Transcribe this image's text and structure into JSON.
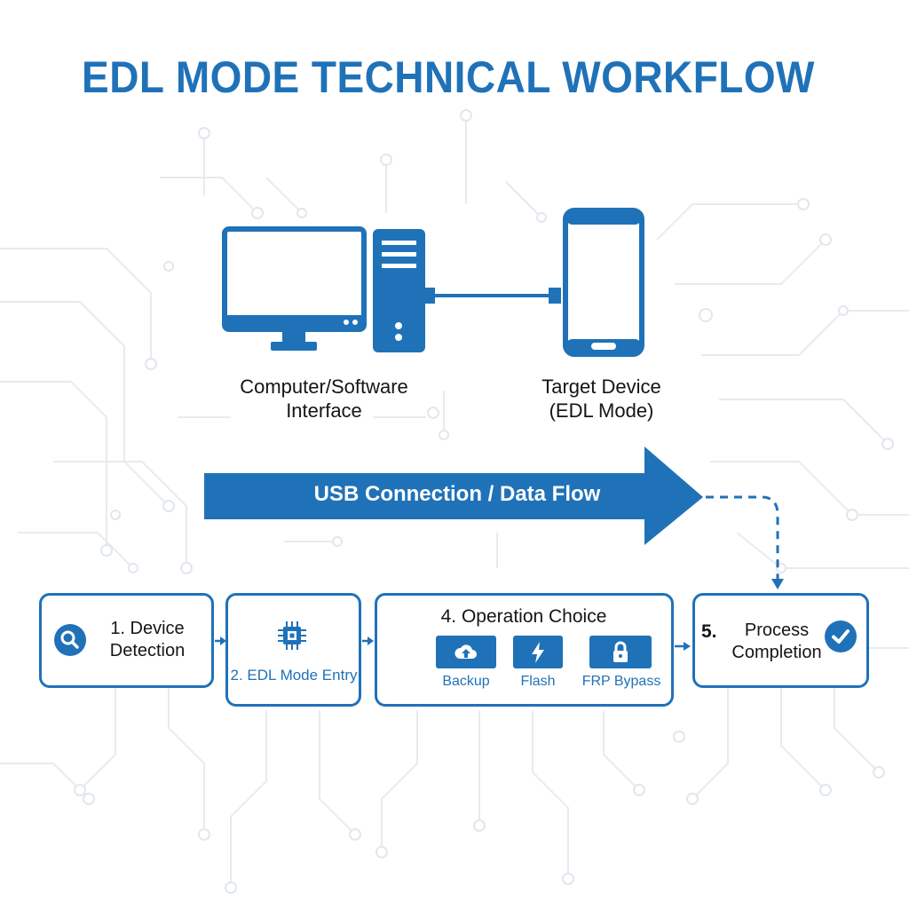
{
  "title": "EDL MODE TECHNICAL WORKFLOW",
  "computer": {
    "icon": "desktop-computer-icon",
    "caption_line1": "Computer/Software",
    "caption_line2": "Interface"
  },
  "target": {
    "icon": "smartphone-icon",
    "caption_line1": "Target Device",
    "caption_line2": "(EDL Mode)"
  },
  "connection": {
    "label": "USB Connection / Data Flow"
  },
  "steps": {
    "detection": {
      "line1": "1. Device",
      "line2": "Detection",
      "icon": "search-icon"
    },
    "edl_entry": {
      "label": "2. EDL Mode Entry",
      "icon": "chip-icon"
    },
    "operation": {
      "label": "4. Operation Choice",
      "options": [
        {
          "label": "Backup",
          "icon": "cloud-upload-icon"
        },
        {
          "label": "Flash",
          "icon": "lightning-icon"
        },
        {
          "label": "FRP Bypass",
          "icon": "lock-icon"
        }
      ]
    },
    "completion": {
      "number": "5.",
      "line1": "Process",
      "line2": "Completion",
      "icon": "checkmark-icon"
    }
  },
  "colors": {
    "accent": "#1f72b8",
    "text": "#151515",
    "circuit": "#e6eaef",
    "background": "#ffffff"
  }
}
